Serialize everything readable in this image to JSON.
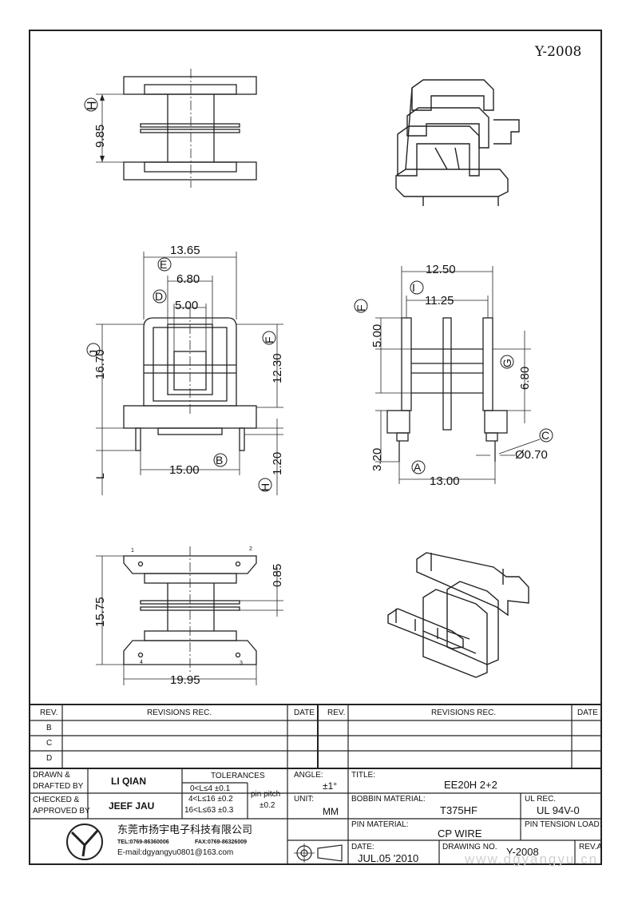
{
  "drawing_number": "Y-2008",
  "views": {
    "side_top": {
      "dim_height": "9.85",
      "label": "H"
    },
    "front_left": {
      "dim_width": "13.65",
      "dim_e": "6.80",
      "dim_d": "5.00",
      "dim_j": "16.70",
      "dim_f": "12.30",
      "dim_b": "15.00",
      "dim_h": "1.20",
      "label_e": "E",
      "label_d": "D",
      "label_j": "J",
      "label_f": "F",
      "label_b": "B",
      "label_h": "H",
      "label_l": "L"
    },
    "front_right": {
      "dim_width": "12.50",
      "dim_i": "11.25",
      "dim_f": "5.00",
      "dim_g": "6.80",
      "dim_pin_len": "3.20",
      "dim_pin_dia": "Ø0.70",
      "dim_a": "13.00",
      "label_i": "I",
      "label_f": "F",
      "label_g": "G",
      "label_c": "C",
      "label_a": "A"
    },
    "bottom": {
      "dim_height": "15.75",
      "dim_slot": "0.85",
      "dim_width": "19.95",
      "pins": [
        "1",
        "2",
        "3",
        "4"
      ]
    }
  },
  "title_block": {
    "revisions": {
      "left": {
        "col_rev": "REV.",
        "col_rec": "REVISIONS   REC.",
        "col_date": "DATE",
        "rows": [
          "B",
          "C",
          "D"
        ]
      },
      "right": {
        "col_rev": "REV.",
        "col_rec": "REVISIONS   REC.",
        "col_date": "DATE"
      }
    },
    "drawn_label_1": "DRAWN &",
    "drawn_label_2": "DRAFTED BY",
    "drawn_value": "LI QIAN",
    "checked_label_1": "CHECKED &",
    "checked_label_2": "APPROVED BY",
    "checked_value": "JEEF JAU",
    "tolerances": {
      "label": "TOLERANCES",
      "rows": [
        "0<L≤4   ±0.1",
        "4<L≤16  ±0.2",
        "16<L≤63 ±0.3"
      ],
      "pin_pitch_label": "pin pitch",
      "pin_pitch_value": "±0.2"
    },
    "angle_label": "ANGLE:",
    "angle_value": "±1°",
    "unit_label": "UNIT:",
    "unit_value": "MM",
    "title_label": "TITLE:",
    "title_value": "EE20H  2+2",
    "bobbin_material_label": "BOBBIN MATERIAL:",
    "bobbin_material_value": "T375HF",
    "ul_rec_label": "UL REC.",
    "ul_rec_value": "UL 94V-0",
    "pin_material_label": "PIN MATERIAL:",
    "pin_material_value": "CP WIRE",
    "pin_tension_label": "PIN TENSION LOAD:",
    "date_label": "DATE:",
    "date_value": "JUL.05 '2010",
    "drawing_no_label": "DRAWING NO.",
    "drawing_no_value": "Y-2008",
    "rev_label": "REV.A",
    "company_name": "东莞市扬宇电子科技有限公司",
    "company_tel": "TEL:0769-86360006",
    "company_fax": "FAX:0769-86326009",
    "company_email": "E-mail:dgyangyu0801@163.com"
  },
  "watermark": "www.dgyangyu.cn"
}
